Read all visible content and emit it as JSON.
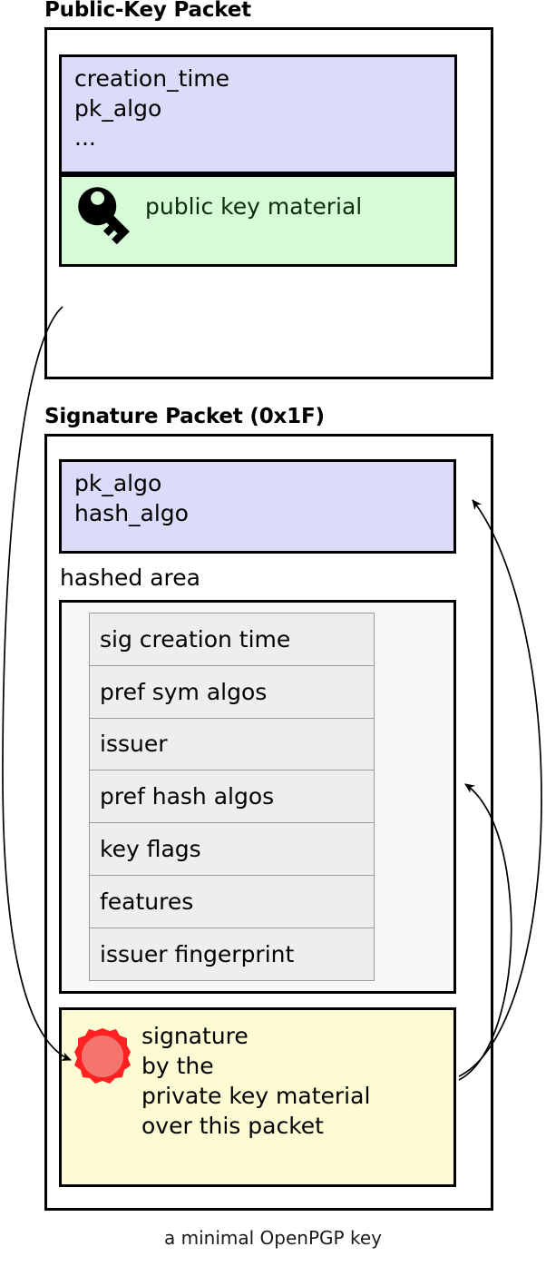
{
  "figure": {
    "caption": "a minimal OpenPGP key"
  },
  "public_key_packet": {
    "title": "Public-Key Packet",
    "header_fields": {
      "line1": "creation_time",
      "line2": "pk_algo",
      "line3": "..."
    },
    "key_material": {
      "label": "public key material",
      "icon": "key-icon",
      "color": "#d7fad7"
    },
    "header_color": "#dcdcfa"
  },
  "signature_packet": {
    "title": "Signature Packet (0x1F)",
    "header_fields": {
      "line1": "pk_algo",
      "line2": "hash_algo"
    },
    "header_color": "#dcdcfa",
    "hashed_area": {
      "label": "hashed area",
      "subpackets": [
        "sig creation time",
        "pref sym algos",
        "issuer",
        "pref hash algos",
        "key flags",
        "features",
        "issuer fingerprint"
      ]
    },
    "signature": {
      "icon": "wax-seal-icon",
      "line1": "signature",
      "line2": "by the",
      "line3": "private key material",
      "line4": "over this packet",
      "color": "#fdfbd3",
      "seal_outer_color": "#ff2222",
      "seal_inner_color": "#f4756e"
    }
  },
  "arrows": [
    {
      "name": "public-key-to-signature",
      "from": "public-key-packet",
      "to": "signature-block"
    },
    {
      "name": "signature-covers-header",
      "from": "signature-block",
      "to": "signature-packet-header"
    },
    {
      "name": "signature-covers-hashed-area",
      "from": "signature-block",
      "to": "hashed-area"
    }
  ]
}
